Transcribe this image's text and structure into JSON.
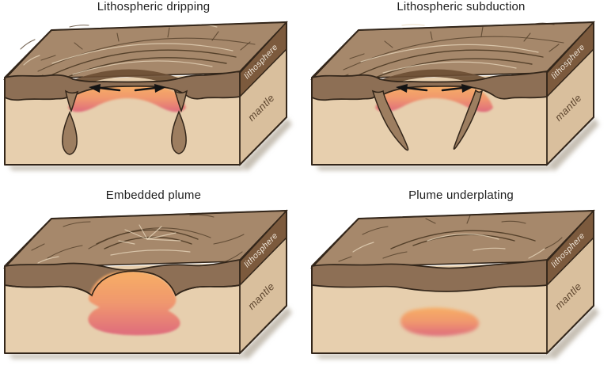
{
  "figure": {
    "colors": {
      "background": "#ffffff",
      "title_text": "#1e1e1e",
      "outline": "#33261a",
      "top_face": "#a6886b",
      "basin_wall": "#6b4e33",
      "lithosphere_front": "#8d6f55",
      "lithosphere_side": "#7c5a3d",
      "mantle_front": "#e7cfae",
      "mantle_side": "#d9bf9d",
      "drip": "#9d7e60",
      "magma_top": "#f6ac66",
      "magma_mid": "#f0976e",
      "magma_bottom": "#e0707b",
      "crack": "#54402a",
      "scratch": "#e9d9bf",
      "label_light": "#f3eadd",
      "label_dark": "#5f4730",
      "arrow": "#141414",
      "shadow": "#c6bfb4"
    },
    "panels": [
      {
        "id": "lithospheric-dripping",
        "title": "Lithospheric dripping",
        "labels": {
          "lithosphere": "lithosphere",
          "mantle": "mantle"
        }
      },
      {
        "id": "lithospheric-subduction",
        "title": "Lithospheric subduction",
        "labels": {
          "lithosphere": "lithosphere",
          "mantle": "mantle"
        }
      },
      {
        "id": "embedded-plume",
        "title": "Embedded plume",
        "labels": {
          "lithosphere": "lithosphere",
          "mantle": "mantle"
        }
      },
      {
        "id": "plume-underplating",
        "title": "Plume underplating",
        "labels": {
          "lithosphere": "lithosphere",
          "mantle": "mantle"
        }
      }
    ]
  }
}
